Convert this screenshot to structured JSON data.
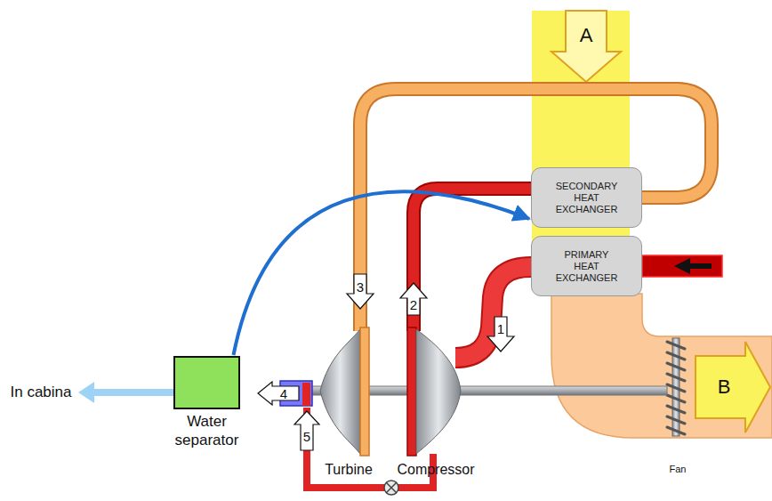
{
  "diagram": {
    "nodes": [
      {
        "text": [
          "SECONDARY HEAT EXCHANGER"
        ]
      },
      {
        "text": [
          "PRIMARY HEAT EXCHANGER"
        ]
      },
      {
        "text": [
          "Water separator"
        ]
      }
    ],
    "edges": [
      {
        "from": 2,
        "to": 0,
        "arrow": "to"
      }
    ],
    "labels": [
      "A",
      "3",
      "2",
      "1",
      "B",
      "In cabina",
      "4",
      "5",
      "Turbine",
      "Compressor",
      "Fan"
    ]
  }
}
